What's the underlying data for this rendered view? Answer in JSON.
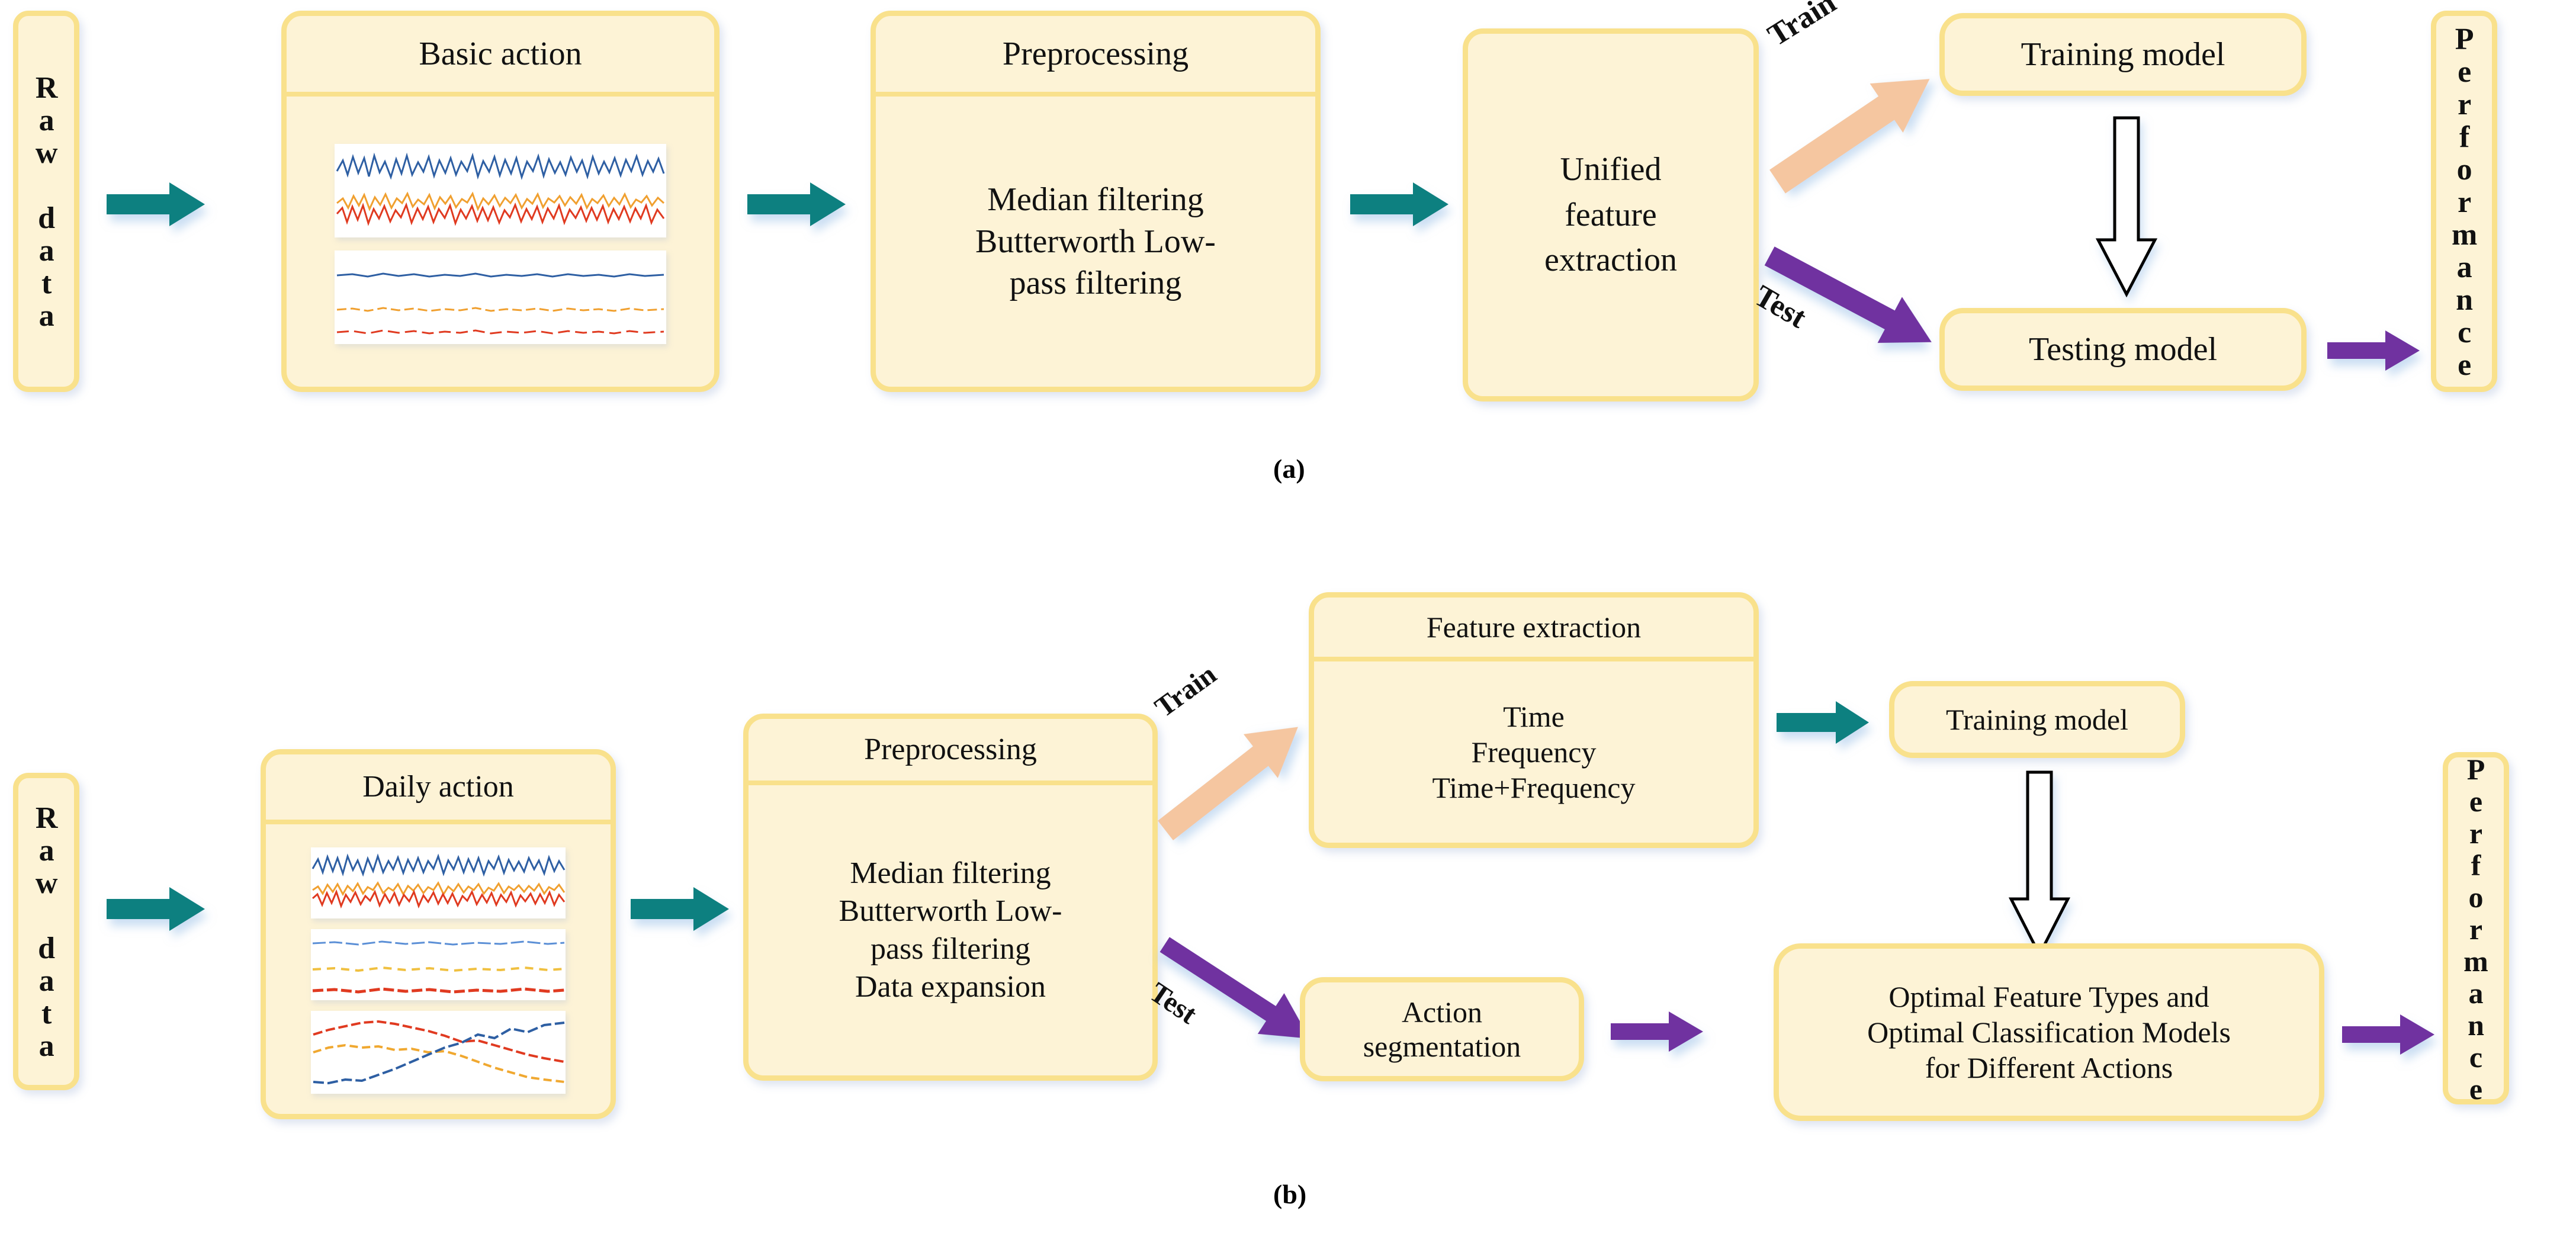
{
  "figure": {
    "panels": [
      {
        "id": "a",
        "label": "(a)"
      },
      {
        "id": "b",
        "label": "(b)"
      }
    ]
  },
  "colors": {
    "box_fill": "#FDF3D6",
    "box_border": "#F9E18C",
    "arrow_teal": "#0D8080",
    "arrow_purple": "#7030A0",
    "arrow_peach": "#F5C6A0",
    "arrow_hollow_stroke": "#000000",
    "signal_blue": "#2E5FA3",
    "signal_orange": "#F0A030",
    "signal_red": "#E03A20",
    "text": "#111111"
  },
  "panel_a": {
    "raw_data": {
      "label": "Raw data"
    },
    "basic_action": {
      "title": "Basic action",
      "thumbnails": [
        "signal-plot-noisy",
        "signal-plot-flat"
      ]
    },
    "preprocessing": {
      "title": "Preprocessing",
      "lines": [
        "Median filtering",
        "Butterworth Low-",
        "pass filtering"
      ]
    },
    "unified_feature_extraction": {
      "lines": [
        "Unified",
        "feature",
        "extraction"
      ]
    },
    "training_model": {
      "label": "Training model"
    },
    "testing_model": {
      "label": "Testing model"
    },
    "performance": {
      "label": "Performance"
    },
    "edge_labels": {
      "train": "Train",
      "test": "Test"
    }
  },
  "panel_b": {
    "raw_data": {
      "label": "Raw data"
    },
    "daily_action": {
      "title": "Daily action",
      "thumbnails": [
        "signal-plot-noisy",
        "signal-plot-flat",
        "signal-plot-trend"
      ]
    },
    "preprocessing": {
      "title": "Preprocessing",
      "lines": [
        "Median filtering",
        "Butterworth Low-",
        "pass filtering",
        "Data expansion"
      ]
    },
    "feature_extraction": {
      "title": "Feature extraction",
      "lines": [
        "Time",
        "Frequency",
        "Time+Frequency"
      ]
    },
    "training_model": {
      "label": "Training model"
    },
    "action_segmentation": {
      "lines": [
        "Action",
        "segmentation"
      ]
    },
    "optimal_models": {
      "lines": [
        "Optimal Feature Types and",
        "Optimal Classification Models",
        "for Different Actions"
      ]
    },
    "performance": {
      "label": "Performance"
    },
    "edge_labels": {
      "train": "Train",
      "test": "Test"
    }
  }
}
